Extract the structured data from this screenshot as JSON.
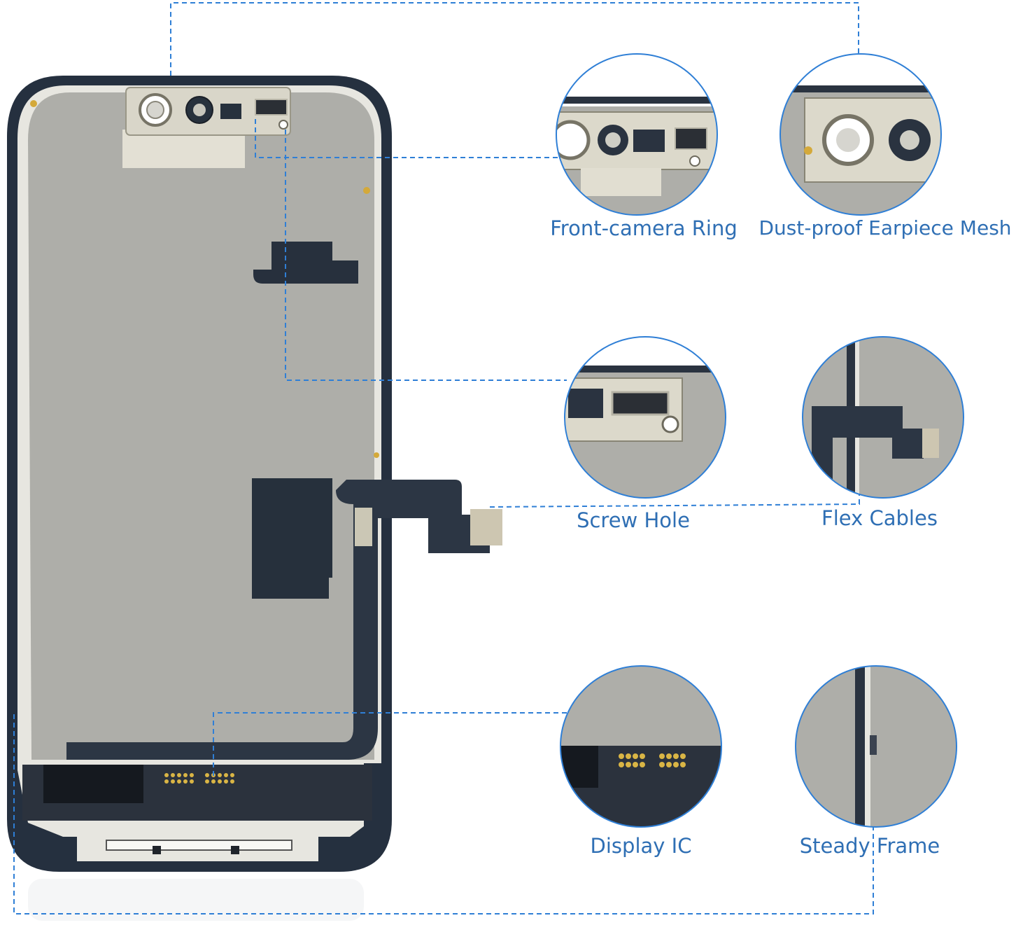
{
  "colors": {
    "accent": "#2f7fd6",
    "label": "#2f6fb4",
    "panel_gray": "#aeaea9",
    "frame_dark": "#25303f",
    "metal": "#e3e0d4"
  },
  "callouts": {
    "front_camera_ring": "Front-camera Ring",
    "dust_proof_earpiece_mesh": "Dust-proof Earpiece Mesh",
    "screw_hole": "Screw Hole",
    "flex_cables": "Flex Cables",
    "display_ic": "Display IC",
    "steady_frame": "Steady Frame"
  }
}
